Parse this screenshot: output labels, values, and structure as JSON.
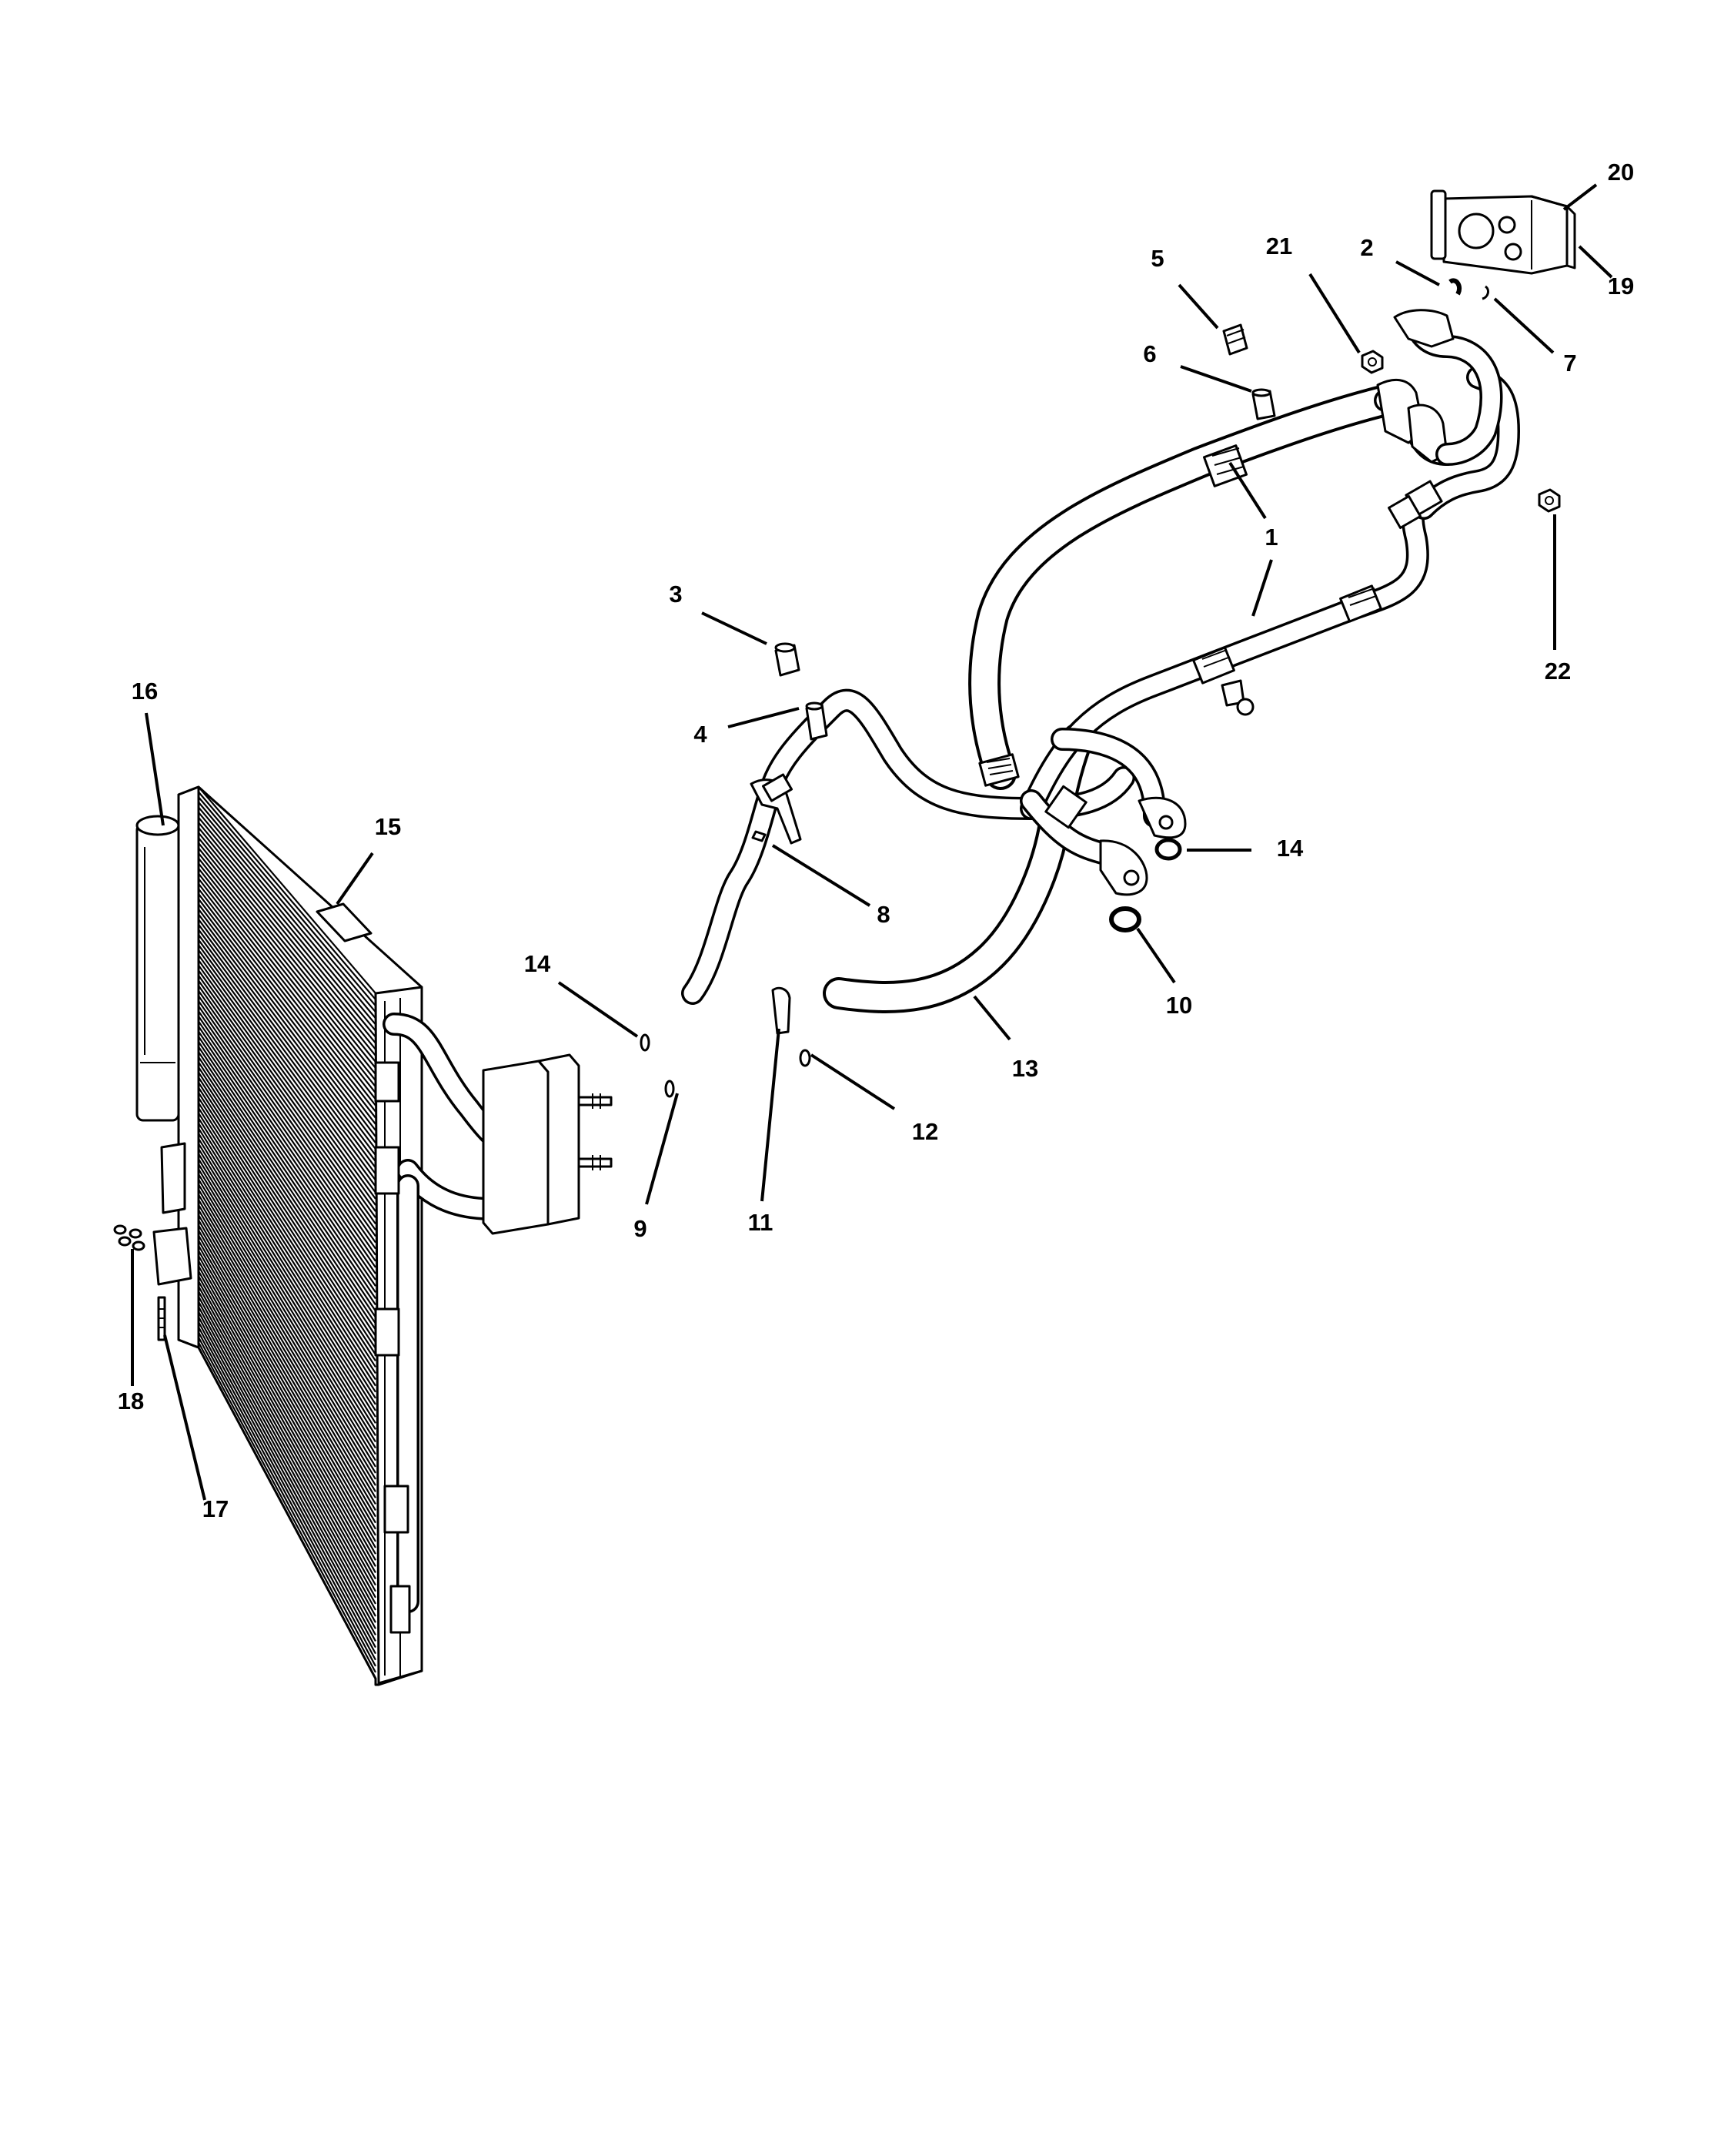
{
  "diagram": {
    "callouts": [
      {
        "id": "c1a",
        "label": "1"
      },
      {
        "id": "c1b",
        "label": "1"
      },
      {
        "id": "c2",
        "label": "2"
      },
      {
        "id": "c3",
        "label": "3"
      },
      {
        "id": "c4",
        "label": "4"
      },
      {
        "id": "c5",
        "label": "5"
      },
      {
        "id": "c6",
        "label": "6"
      },
      {
        "id": "c7",
        "label": "7"
      },
      {
        "id": "c8",
        "label": "8"
      },
      {
        "id": "c9",
        "label": "9"
      },
      {
        "id": "c10",
        "label": "10"
      },
      {
        "id": "c11",
        "label": "11"
      },
      {
        "id": "c12",
        "label": "12"
      },
      {
        "id": "c13",
        "label": "13"
      },
      {
        "id": "c14a",
        "label": "14"
      },
      {
        "id": "c14b",
        "label": "14"
      },
      {
        "id": "c15",
        "label": "15"
      },
      {
        "id": "c16",
        "label": "16"
      },
      {
        "id": "c17",
        "label": "17"
      },
      {
        "id": "c18",
        "label": "18"
      },
      {
        "id": "c19",
        "label": "19"
      },
      {
        "id": "c20",
        "label": "20"
      },
      {
        "id": "c21",
        "label": "21"
      },
      {
        "id": "c22",
        "label": "22"
      }
    ]
  }
}
